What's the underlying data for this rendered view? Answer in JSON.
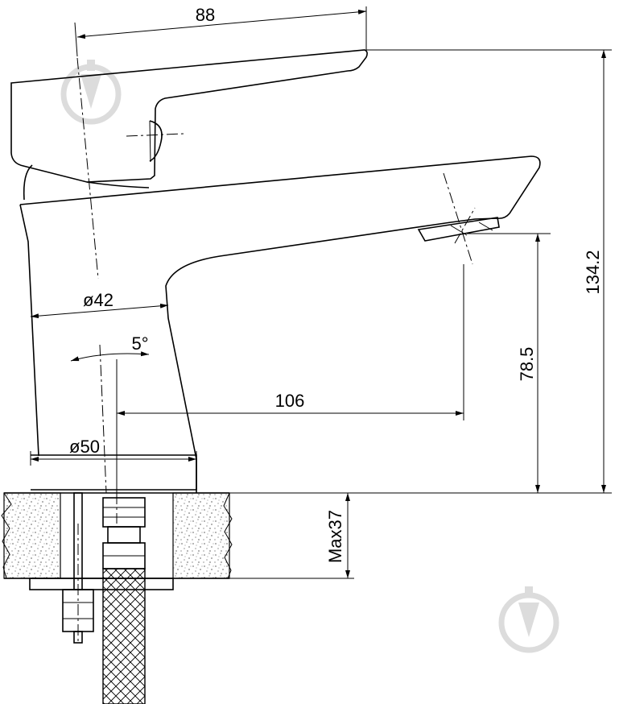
{
  "dimensions": {
    "width_top": "88",
    "height_total": "134.2",
    "spout_height": "78.5",
    "spout_reach": "106",
    "body_diameter": "ø42",
    "base_diameter": "ø50",
    "tilt_angle": "5°",
    "max_counter_thickness": "Max37"
  },
  "watermark": {
    "icon": "drop-logo-icon",
    "color": "#dcdcdc"
  },
  "colors": {
    "line": "#000000",
    "background": "#ffffff",
    "stone_hatch": "#000000"
  }
}
